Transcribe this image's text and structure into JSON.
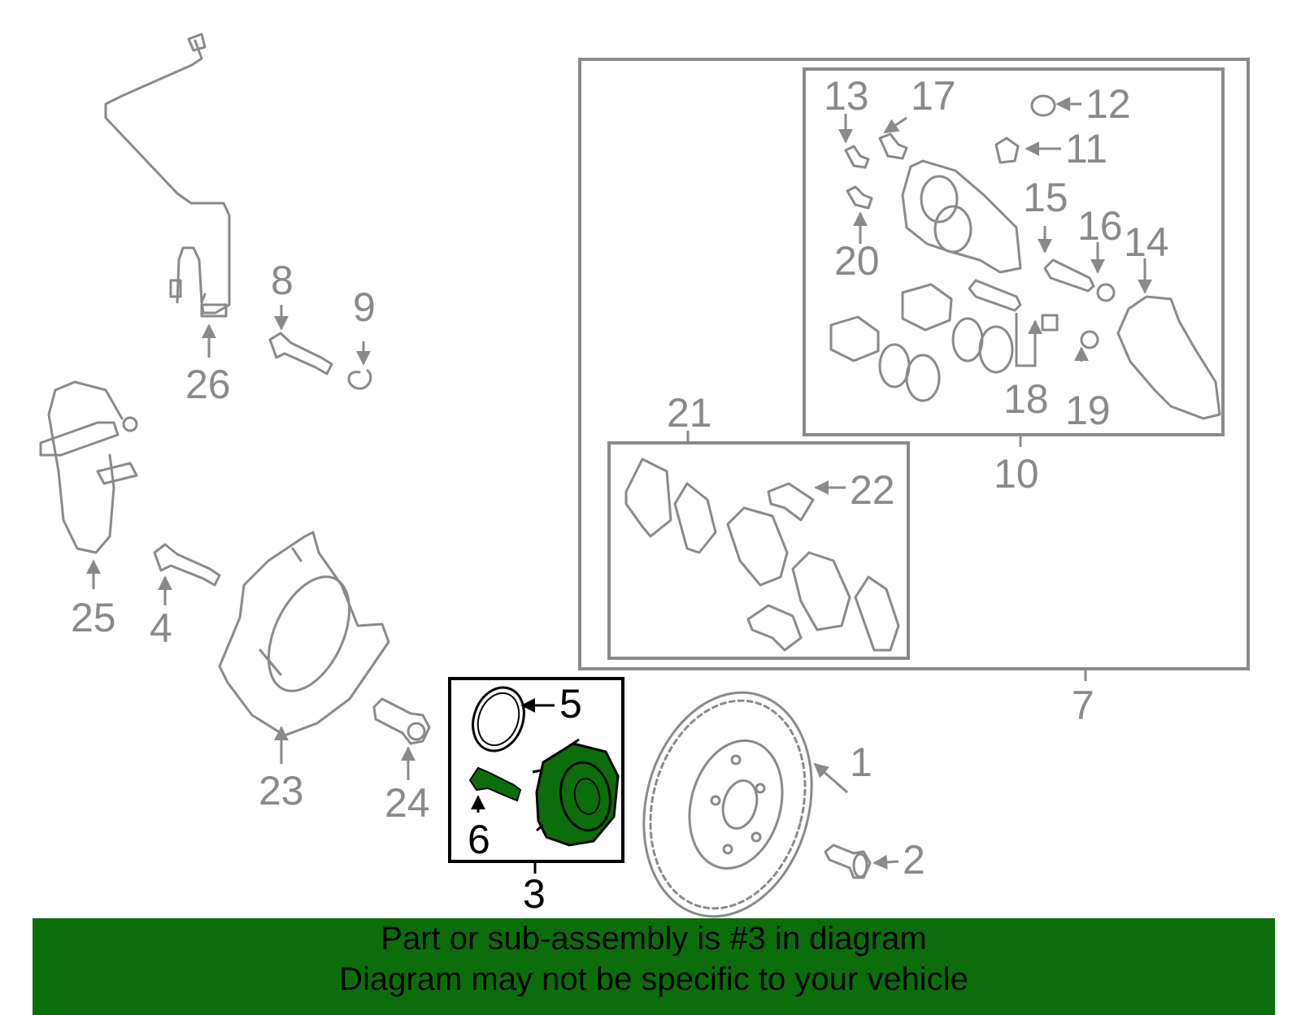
{
  "callouts": {
    "c1": "1",
    "c2": "2",
    "c3": "3",
    "c4": "4",
    "c5": "5",
    "c6": "6",
    "c7": "7",
    "c8": "8",
    "c9": "9",
    "c10": "10",
    "c11": "11",
    "c12": "12",
    "c13": "13",
    "c14": "14",
    "c15": "15",
    "c16": "16",
    "c17": "17",
    "c18": "18",
    "c19": "19",
    "c20": "20",
    "c21": "21",
    "c22": "22",
    "c23": "23",
    "c24": "24",
    "c25": "25",
    "c26": "26"
  },
  "highlighted_part": "3",
  "colors": {
    "highlight": "#0b6e0b",
    "line": "#8a8a8a",
    "banner": "#0b6e0b"
  },
  "banner": {
    "line1": "Part or sub-assembly is #3 in diagram",
    "line2": "Diagram may not be specific to your vehicle"
  }
}
